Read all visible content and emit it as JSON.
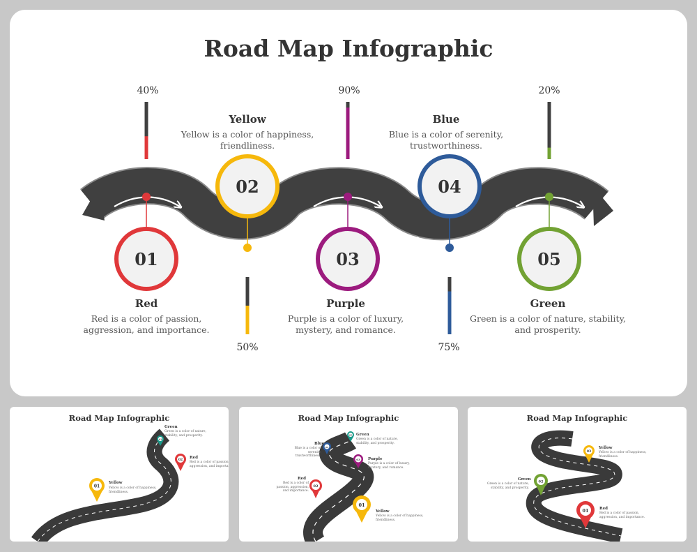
{
  "title": "Road Map Infographic",
  "steps": [
    {
      "number": "01",
      "name": "Red",
      "desc_1": "Red is a color of passion,",
      "desc_2": "aggression, and importance.",
      "percent": "40%",
      "percent_value": 40,
      "color": "#e0383a"
    },
    {
      "number": "02",
      "name": "Yellow",
      "desc_1": "Yellow is a color of happiness,",
      "desc_2": "friendliness.",
      "percent": "50%",
      "percent_value": 50,
      "color": "#f6b80c"
    },
    {
      "number": "03",
      "name": "Purple",
      "desc_1": "Purple is a color of luxury,",
      "desc_2": "mystery, and romance.",
      "percent": "90%",
      "percent_value": 90,
      "color": "#9c1b7e"
    },
    {
      "number": "04",
      "name": "Blue",
      "desc_1": "Blue is a color of serenity,",
      "desc_2": "trustworthiness.",
      "percent": "75%",
      "percent_value": 75,
      "color": "#2e5b9a"
    },
    {
      "number": "05",
      "name": "Green",
      "desc_1": "Green is a color of nature, stability,",
      "desc_2": "and prosperity.",
      "percent": "20%",
      "percent_value": 20,
      "color": "#72a233"
    }
  ],
  "thumbnails": [
    {
      "title": "Road Map Infographic",
      "items": [
        {
          "number": "01",
          "name": "Yellow",
          "desc": "Yellow is a color of happiness, friendliness.",
          "color": "#f6b80c"
        },
        {
          "number": "02",
          "name": "Red",
          "desc": "Red is a color of passion, aggression, and importance.",
          "color": "#e0383a"
        },
        {
          "number": "03",
          "name": "Green",
          "desc": "Green is a color of nature, stability, and prosperity.",
          "color": "#1a9a8a"
        }
      ]
    },
    {
      "title": "Road Map Infographic",
      "items": [
        {
          "number": "01",
          "name": "Yellow",
          "desc": "Yellow is a color of happiness, friendliness.",
          "color": "#f6b80c"
        },
        {
          "number": "02",
          "name": "Red",
          "desc": "Red is a color of passion, aggression, and importance.",
          "color": "#e0383a"
        },
        {
          "number": "03",
          "name": "Purple",
          "desc": "Purple is a color of luxury, mystery, and romance.",
          "color": "#9c1b7e"
        },
        {
          "number": "04",
          "name": "Blue",
          "desc": "Blue is a color of serenity, trustworthiness.",
          "color": "#2e5b9a"
        },
        {
          "number": "05",
          "name": "Green",
          "desc": "Green is a color of nature, stability, and prosperity.",
          "color": "#1a9a8a"
        }
      ]
    },
    {
      "title": "Road Map Infographic",
      "items": [
        {
          "number": "01",
          "name": "Red",
          "desc": "Red is a color of passion, aggression, and importance.",
          "color": "#e0383a"
        },
        {
          "number": "02",
          "name": "Green",
          "desc": "Green is a color of nature, stability, and prosperity.",
          "color": "#72a233"
        },
        {
          "number": "03",
          "name": "Yellow",
          "desc": "Yellow is a color of happiness, friendliness.",
          "color": "#f6b80c"
        }
      ]
    }
  ]
}
